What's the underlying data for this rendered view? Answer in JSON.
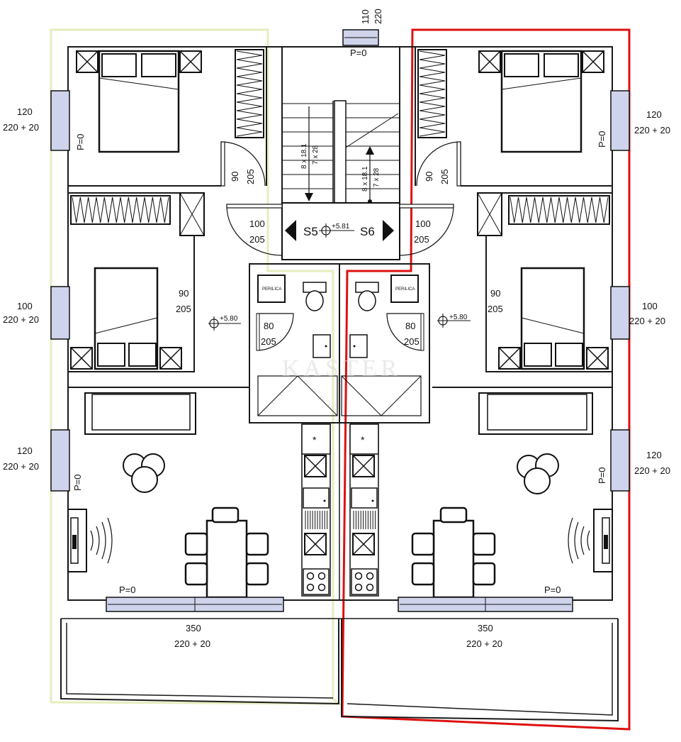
{
  "colors": {
    "left_unit_outline": "#e6edbd",
    "right_unit_outline": "#dd1111",
    "window_fill": "#cfd4ec",
    "wall": "#1a1a1a"
  },
  "top_window": {
    "w": "110",
    "h": "220",
    "sill": "P=0"
  },
  "stair": {
    "run_left": "8 x 18.1",
    "tread_left": "7 x 28",
    "run_right": "8 x 18.1",
    "tread_right": "7 x 28",
    "landing_left": "S5",
    "landing_right": "S6",
    "level": "+5.81"
  },
  "left": {
    "bed1_window": {
      "w": "120",
      "h": "220 + 20",
      "sill": "P=0"
    },
    "bed1_door": {
      "w": "90",
      "h": "205"
    },
    "entry_door": {
      "w": "100",
      "h": "205"
    },
    "bed2_window": {
      "w": "100",
      "h": "220 + 20"
    },
    "bed2_door": {
      "w": "90",
      "h": "205"
    },
    "level": "+5.80",
    "bath_door": {
      "w": "80",
      "h": "205"
    },
    "bath_label": "PERILICA",
    "living_window": {
      "w": "120",
      "h": "220 + 20",
      "sill": "P=0"
    },
    "balcony_sill": "P=0",
    "balcony_door": {
      "w": "350",
      "h": "220 + 20"
    }
  },
  "right": {
    "bed1_window": {
      "w": "120",
      "h": "220 + 20",
      "sill": "P=0"
    },
    "bed1_door": {
      "w": "90",
      "h": "205"
    },
    "entry_door": {
      "w": "100",
      "h": "205"
    },
    "bed2_window": {
      "w": "100",
      "h": "220 + 20"
    },
    "bed2_door": {
      "w": "90",
      "h": "205"
    },
    "level": "+5.80",
    "bath_door": {
      "w": "80",
      "h": "205"
    },
    "bath_label": "PERILICA",
    "living_window": {
      "w": "120",
      "h": "220 + 20",
      "sill": "P=0"
    },
    "balcony_sill": "P=0",
    "balcony_door": {
      "w": "350",
      "h": "220 + 20"
    }
  },
  "watermark": "KASTER",
  "icons": [
    "bed-icon",
    "wardrobe-icon",
    "toilet-icon",
    "washbasin-icon",
    "washing-machine-icon",
    "sofa-icon",
    "dining-set-icon",
    "fireplace-icon",
    "stove-icon",
    "fridge-icon",
    "level-marker-icon",
    "stair-arrow-icon",
    "landing-arrow-icon",
    "window-icon",
    "door-swing-icon"
  ]
}
